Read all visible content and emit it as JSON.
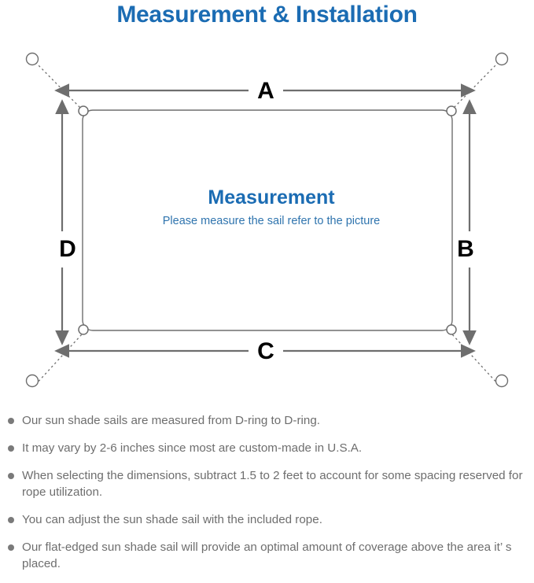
{
  "page": {
    "title": "Measurement & Installation",
    "title_color": "#1b6cb3",
    "background": "#ffffff"
  },
  "diagram": {
    "name": "sun-shade-sail-measurement-diagram",
    "sail_shape": "rounded-rectangle",
    "sail_stroke_color": "#6e6e6e",
    "arrow_color": "#6e6e6e",
    "dotted_rope_color": "#6e6e6e",
    "anchor_point_count": 4,
    "d_ring_count": 4,
    "dimension_labels": {
      "top": "A",
      "right": "B",
      "bottom": "C",
      "left": "D"
    },
    "center": {
      "title": "Measurement",
      "title_color": "#1b6cb3",
      "subtitle": "Please measure the sail refer to the picture",
      "subtitle_color": "#2f74ae"
    }
  },
  "notes": {
    "bullet_color": "#7a7a7a",
    "text_color": "#6e6e6e",
    "items": [
      {
        "text": "Our sun shade sails are measured from D-ring to D-ring."
      },
      {
        "text": "It may vary by 2-6 inches since most are custom-made in U.S.A."
      },
      {
        "text": "When selecting the dimensions, subtract 1.5 to 2 feet to account for some spacing reserved for rope utilization."
      },
      {
        "text": "You can adjust the sun shade sail with the included rope."
      },
      {
        "text": "Our flat-edged sun shade sail will provide an optimal amount of coverage above the area it’ s placed."
      }
    ]
  }
}
